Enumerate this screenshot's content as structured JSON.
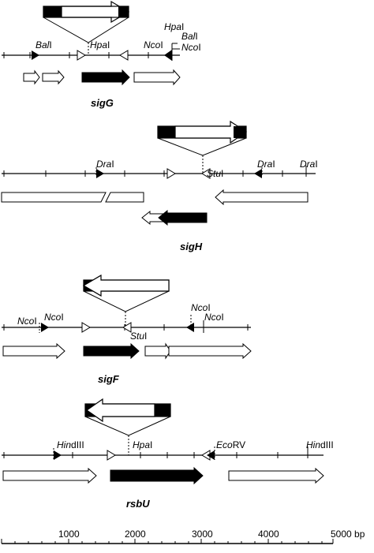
{
  "panels": [
    {
      "gene": "sigG",
      "sites": [
        {
          "name": "BalI",
          "italic": "Bal",
          "suffix": "I"
        },
        {
          "name": "HpaI",
          "italic": "Hpa",
          "suffix": "I"
        },
        {
          "name": "NcoI",
          "italic": "Nco",
          "suffix": "I"
        },
        {
          "name": "HpaI",
          "italic": "Hpa",
          "suffix": "I"
        },
        {
          "name": "BalI",
          "italic": "Bal",
          "suffix": "I"
        },
        {
          "name": "NcoI",
          "italic": "Nco",
          "suffix": "I"
        }
      ]
    },
    {
      "gene": "sigH",
      "sites": [
        {
          "name": "DraI",
          "italic": "Dra",
          "suffix": "I"
        },
        {
          "name": "StuI",
          "italic": "Stu",
          "suffix": "I"
        },
        {
          "name": "DraI",
          "italic": "Dra",
          "suffix": "I"
        },
        {
          "name": "DraI",
          "italic": "Dra",
          "suffix": "I"
        }
      ]
    },
    {
      "gene": "sigF",
      "sites": [
        {
          "name": "NcoI",
          "italic": "Nco",
          "suffix": "I"
        },
        {
          "name": "NcoI",
          "italic": "Nco",
          "suffix": "I"
        },
        {
          "name": "StuI",
          "italic": "Stu",
          "suffix": "I"
        },
        {
          "name": "NcoI",
          "italic": "Nco",
          "suffix": "I"
        },
        {
          "name": "NcoI",
          "italic": "Nco",
          "suffix": "I"
        }
      ]
    },
    {
      "gene": "rsbU",
      "sites": [
        {
          "name": "HindIII",
          "italic": "Hin",
          "suffix": "dIII"
        },
        {
          "name": "HpaI",
          "italic": "Hpa",
          "suffix": "I"
        },
        {
          "name": "EcoRV",
          "italic": "Eco",
          "suffix": "RV"
        },
        {
          "name": "HindIII",
          "italic": "Hin",
          "suffix": "dIII"
        }
      ]
    }
  ],
  "scale": {
    "ticks": [
      "1000",
      "2000",
      "3000",
      "4000",
      "5000 bp"
    ]
  }
}
